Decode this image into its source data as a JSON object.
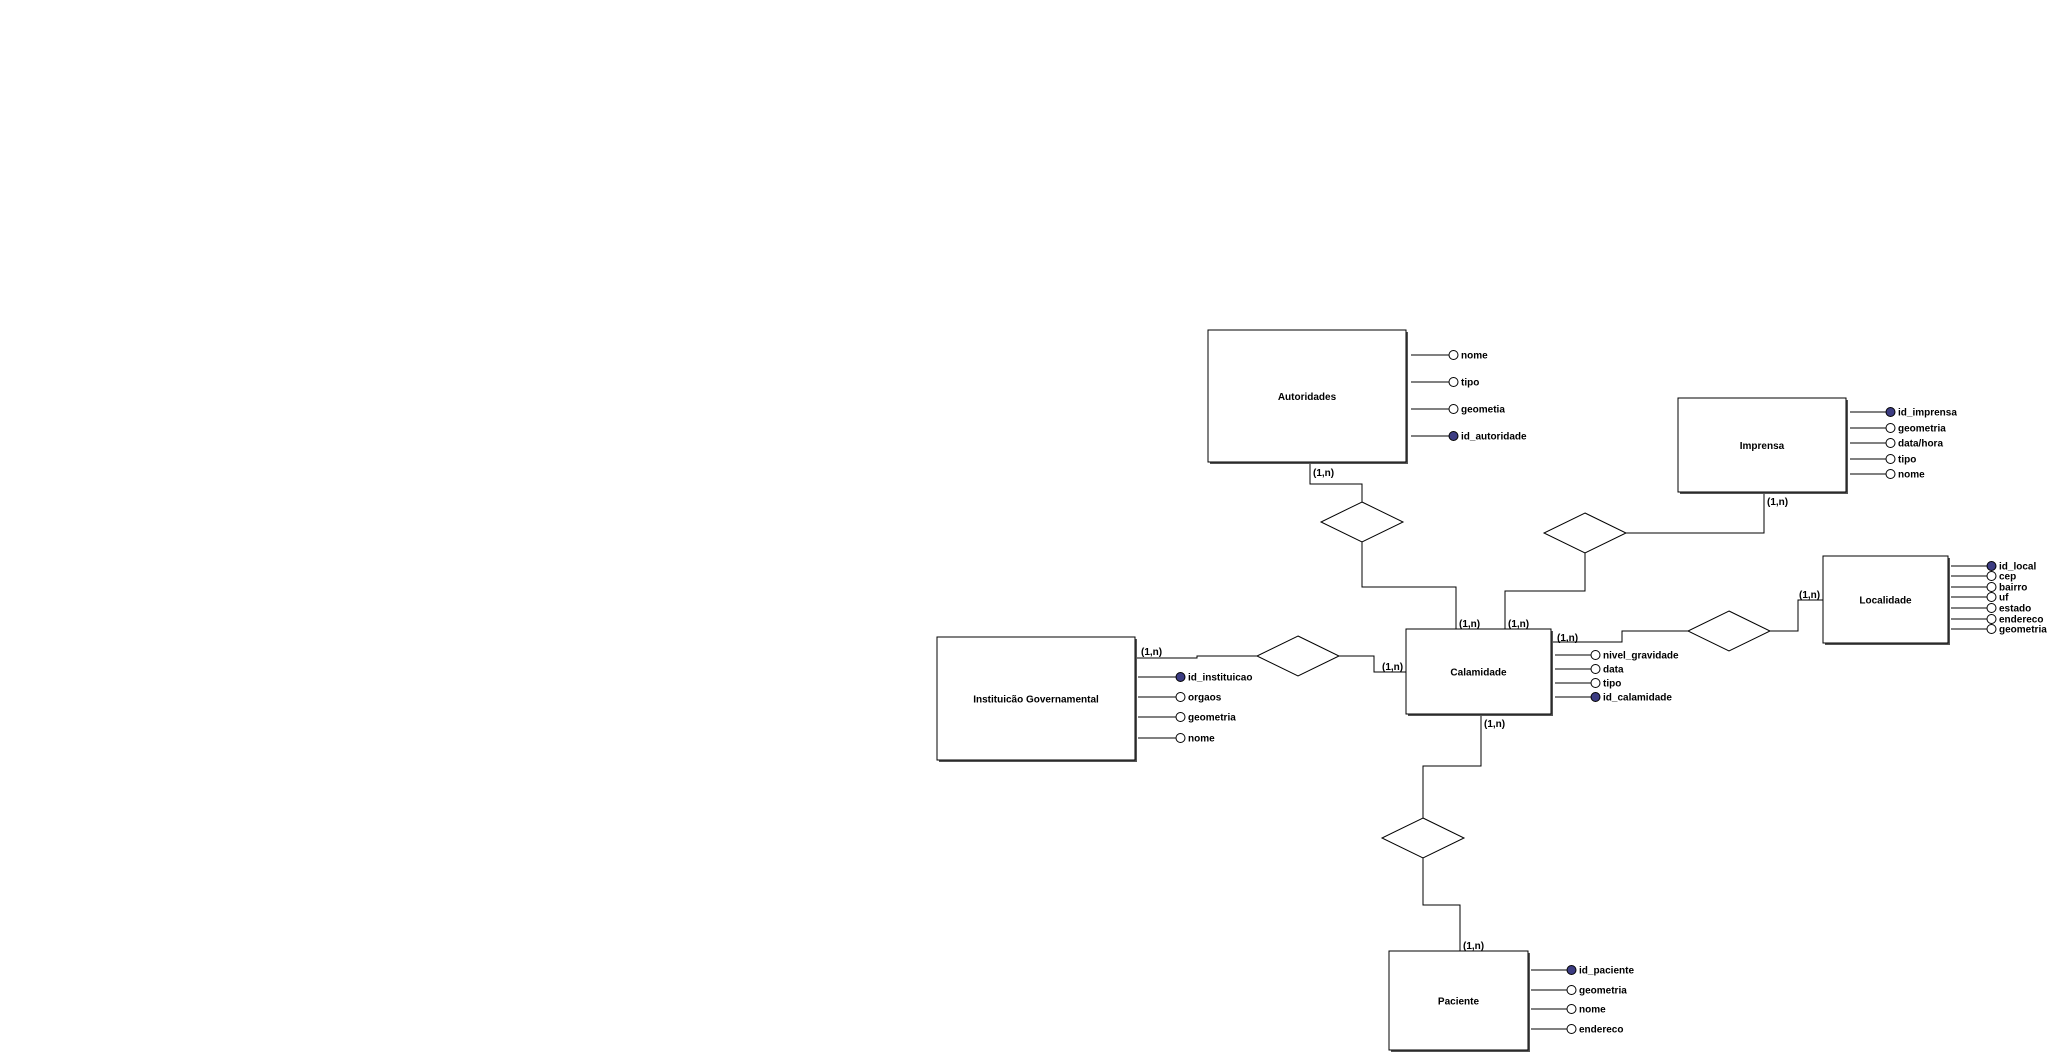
{
  "colors": {
    "background": "#ffffff",
    "line": "#000000",
    "key_attribute_fill": "#3c3c82",
    "attribute_fill": "#ffffff"
  },
  "entities": [
    {
      "id": "autoridades",
      "name": "Autoridades",
      "attributes": [
        {
          "name": "nome",
          "key": false
        },
        {
          "name": "tipo",
          "key": false
        },
        {
          "name": "geometia",
          "key": false
        },
        {
          "name": "id_autoridade",
          "key": true
        }
      ]
    },
    {
      "id": "imprensa",
      "name": "Imprensa",
      "attributes": [
        {
          "name": "id_imprensa",
          "key": true
        },
        {
          "name": "geometria",
          "key": false
        },
        {
          "name": "data/hora",
          "key": false
        },
        {
          "name": "tipo",
          "key": false
        },
        {
          "name": "nome",
          "key": false
        }
      ]
    },
    {
      "id": "localidade",
      "name": "Localidade",
      "attributes": [
        {
          "name": "id_local",
          "key": true
        },
        {
          "name": "cep",
          "key": false
        },
        {
          "name": "bairro",
          "key": false
        },
        {
          "name": "uf",
          "key": false
        },
        {
          "name": "estado",
          "key": false
        },
        {
          "name": "endereco",
          "key": false
        },
        {
          "name": "geometria",
          "key": false
        }
      ]
    },
    {
      "id": "calamidade",
      "name": "Calamidade",
      "attributes": [
        {
          "name": "nivel_gravidade",
          "key": false
        },
        {
          "name": "data",
          "key": false
        },
        {
          "name": "tipo",
          "key": false
        },
        {
          "name": "id_calamidade",
          "key": true
        }
      ]
    },
    {
      "id": "instituicao",
      "name": "Instituicão Governamental",
      "attributes": [
        {
          "name": "id_instituicao",
          "key": true
        },
        {
          "name": "orgaos",
          "key": false
        },
        {
          "name": "geometria",
          "key": false
        },
        {
          "name": "nome",
          "key": false
        }
      ]
    },
    {
      "id": "paciente",
      "name": "Paciente",
      "attributes": [
        {
          "name": "id_paciente",
          "key": true
        },
        {
          "name": "geometria",
          "key": false
        },
        {
          "name": "nome",
          "key": false
        },
        {
          "name": "endereco",
          "key": false
        }
      ]
    }
  ],
  "relationships": [
    {
      "id": "rel-autoridades",
      "between": [
        "autoridades",
        "calamidade"
      ],
      "cardinalities": [
        "(1,n)",
        "(1,n)"
      ]
    },
    {
      "id": "rel-imprensa",
      "between": [
        "imprensa",
        "calamidade"
      ],
      "cardinalities": [
        "(1,n)",
        "(1,n)"
      ]
    },
    {
      "id": "rel-localidade",
      "between": [
        "localidade",
        "calamidade"
      ],
      "cardinalities": [
        "(1,n)",
        "(1,n)"
      ]
    },
    {
      "id": "rel-instituicao",
      "between": [
        "instituicao",
        "calamidade"
      ],
      "cardinalities": [
        "(1,n)",
        "(1,n)"
      ]
    },
    {
      "id": "rel-paciente",
      "between": [
        "paciente",
        "calamidade"
      ],
      "cardinalities": [
        "(1,n)",
        "(1,n)"
      ]
    }
  ]
}
